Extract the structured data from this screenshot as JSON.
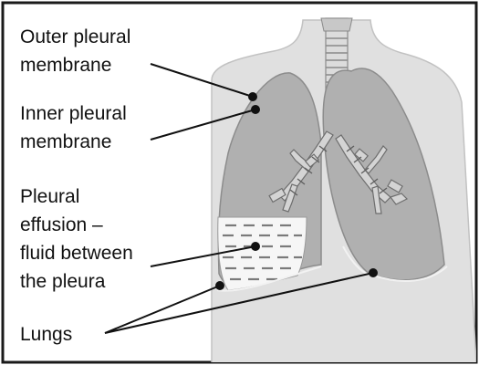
{
  "labels": {
    "outer_pleural_line1": "Outer pleural",
    "outer_pleural_line2": "membrane",
    "inner_pleural_line1": "Inner pleural",
    "inner_pleural_line2": "membrane",
    "effusion_line1": "Pleural",
    "effusion_line2": "effusion –",
    "effusion_line3": "fluid between",
    "effusion_line4": "the pleura",
    "lungs": "Lungs"
  },
  "colors": {
    "border": "#1a1a1a",
    "body": "#e0e0e0",
    "lung": "#b0b0b0",
    "lung_outline": "#8c8c8c",
    "fluid": "#f6f6f6",
    "fluid_dash": "#7a7a7a",
    "leader": "#111111"
  }
}
